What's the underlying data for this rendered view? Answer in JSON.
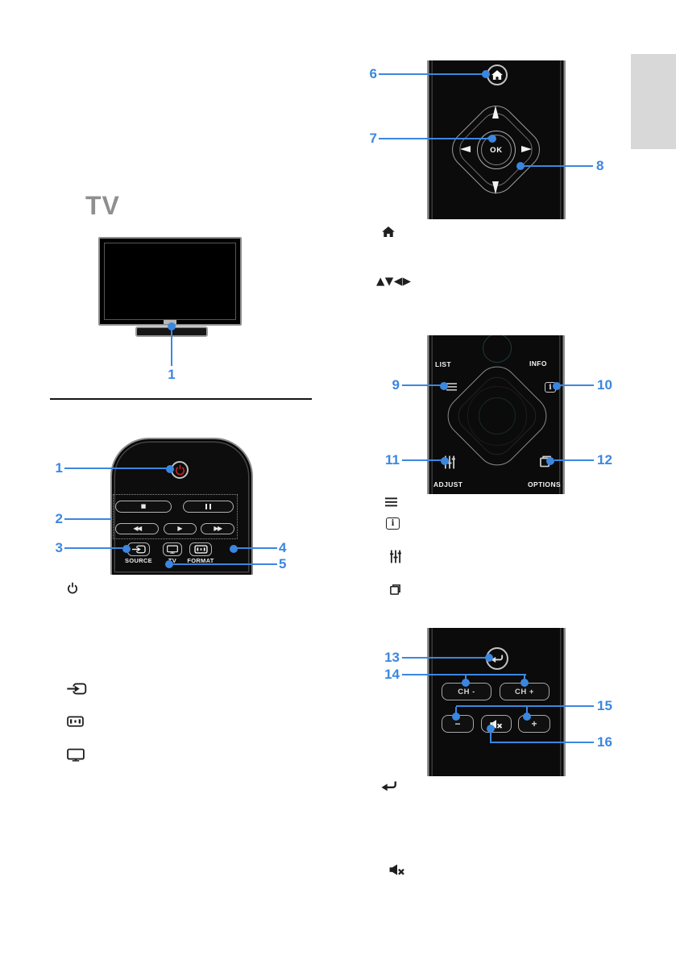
{
  "colors": {
    "accent_blue": "#3b87e0",
    "tab_gray": "#d8d8d8",
    "power_red": "#c62020",
    "remote_black": "#0b0b0b"
  },
  "tv_section": {
    "heading": "TV",
    "callout_screen": "1"
  },
  "playback_remote": {
    "callout_power": "1",
    "callout_playback": "2",
    "callout_source": "3",
    "callout_format": "4",
    "callout_tv": "5",
    "source_label": "SOURCE",
    "tv_label": "TV",
    "format_label": "FORMAT",
    "glyph_stop": "■",
    "glyph_rewind": "◀◀",
    "glyph_play": "▶",
    "glyph_forward": "▶▶"
  },
  "nav_remote": {
    "callout_home": "6",
    "callout_ok": "7",
    "callout_pad": "8",
    "ok_label": "OK"
  },
  "icon_rows": {
    "nav_arrows": "▲▼◀▶",
    "info_glyph": "i"
  },
  "list_remote": {
    "callout_list": "9",
    "callout_info": "10",
    "callout_adjust": "11",
    "callout_options": "12",
    "list_label": "LIST",
    "info_label": "INFO",
    "adjust_label": "ADJUST",
    "options_label": "OPTIONS"
  },
  "chvol_remote": {
    "callout_back": "13",
    "callout_channel": "14",
    "callout_volume": "15",
    "callout_mute": "16",
    "ch_down_label": "CH -",
    "ch_up_label": "CH +",
    "vol_down_label": "−",
    "vol_up_label": "+"
  }
}
